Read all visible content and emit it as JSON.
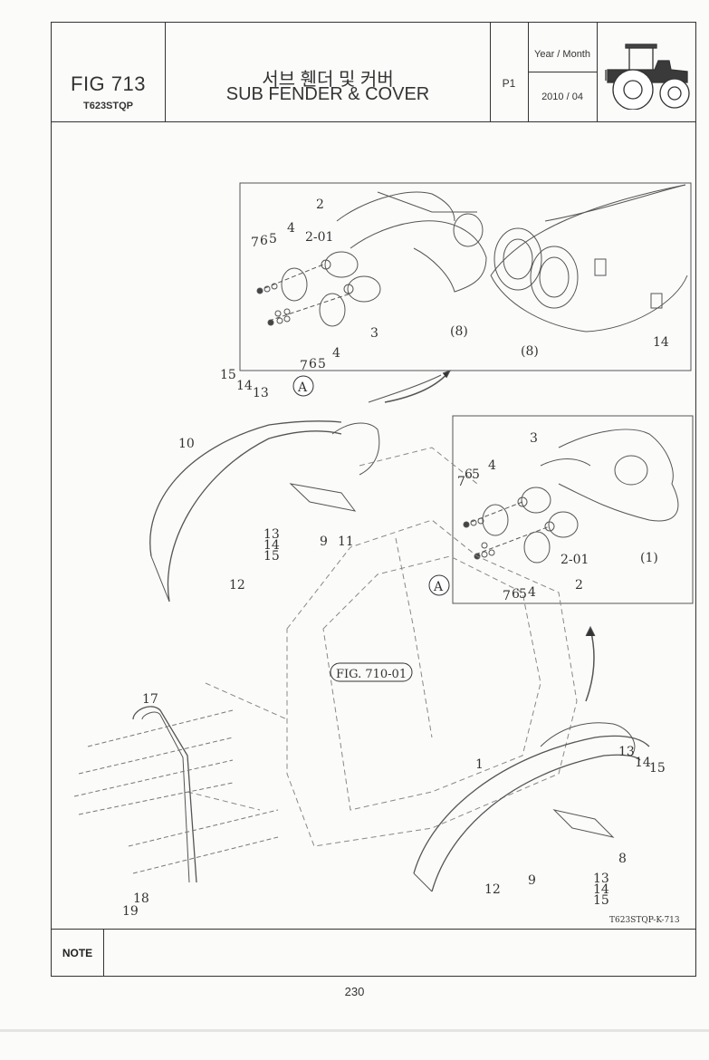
{
  "header": {
    "fig_number": "FIG 713",
    "model_code": "T623STQP",
    "title_korean": "서브 휀더 및 커버",
    "title_english": "SUB FENDER & COVER",
    "page_id": "P1",
    "year_month_label": "Year / Month",
    "year_month_value": "2010 / 04",
    "tractor_icon": "tractor-icon"
  },
  "diagram": {
    "detail_a_callouts": [
      "2",
      "2-01",
      "4",
      "5",
      "6",
      "7",
      "3",
      "(8)",
      "(8)",
      "14",
      "4",
      "5",
      "6",
      "7"
    ],
    "detail_b_callouts": [
      "3",
      "4",
      "5",
      "6",
      "7",
      "2-01",
      "2",
      "(1)",
      "4",
      "5",
      "6",
      "7"
    ],
    "view_marker": "A",
    "reference_label": "FIG. 710-01",
    "drawing_code": "T623STQP-K-713",
    "labels": {
      "l15a": "15",
      "l14a": "14",
      "l13a": "13",
      "l10": "10",
      "l13b": "13",
      "l14b": "14",
      "l15b": "15",
      "l9a": "9",
      "l11": "11",
      "l12a": "12",
      "l17": "17",
      "l18": "18",
      "l19": "19",
      "l1": "1",
      "l13c": "13",
      "l14c": "14",
      "l15c": "15",
      "l8": "8",
      "l9b": "9",
      "l12b": "12",
      "l13d": "13",
      "l14d": "14",
      "l15d": "15"
    }
  },
  "note": {
    "label": "NOTE",
    "text": ""
  },
  "footer": {
    "page_number": "230"
  }
}
